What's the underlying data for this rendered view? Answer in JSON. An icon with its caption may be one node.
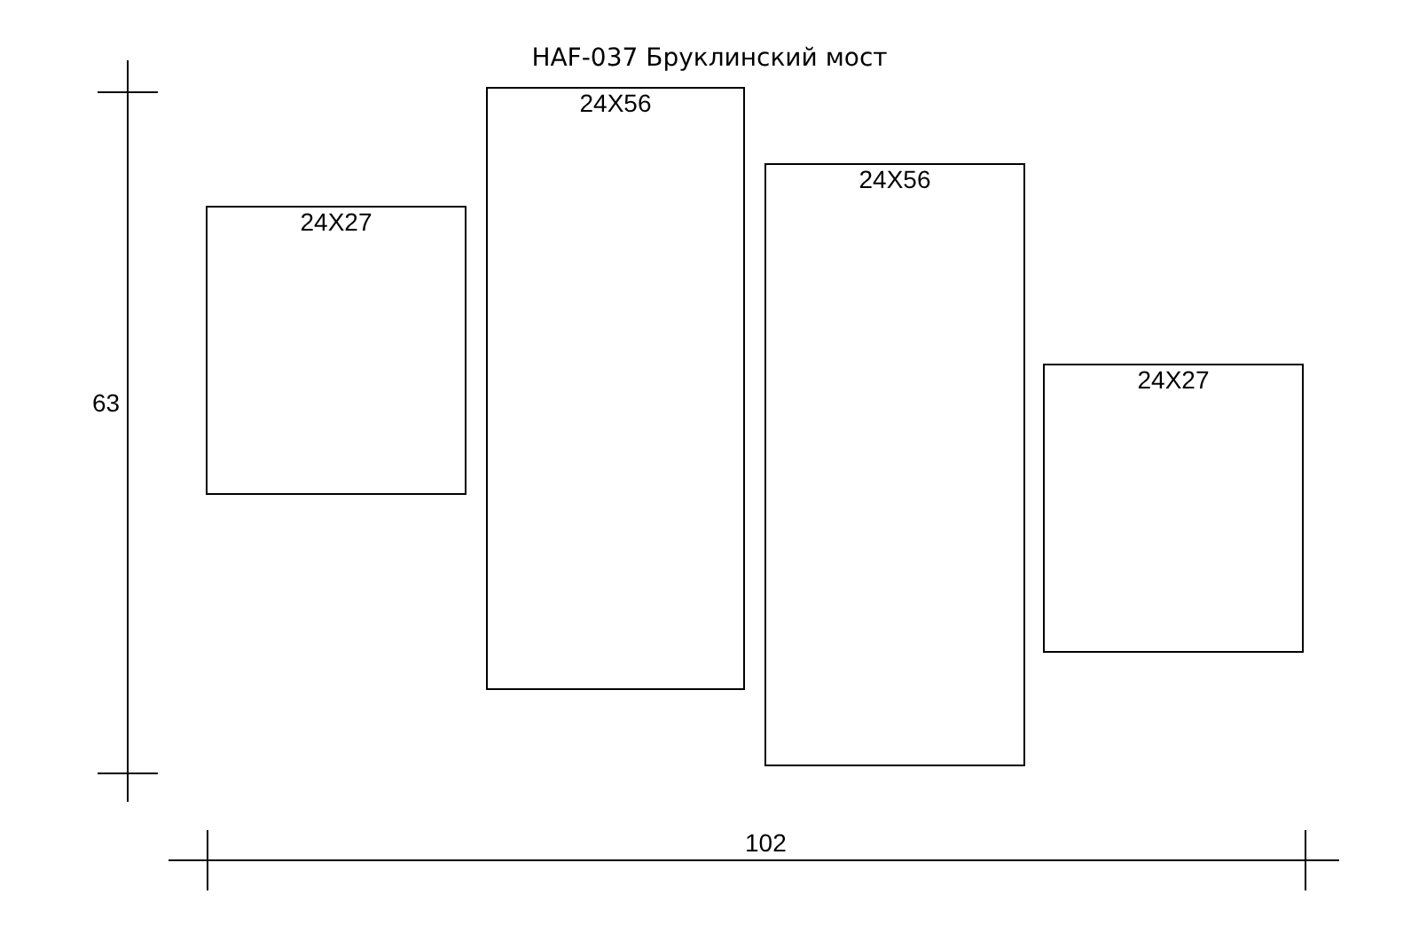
{
  "diagram": {
    "title": "HAF-037 Бруклинский мост",
    "nodes": [
      {
        "text": [
          "24X27"
        ]
      },
      {
        "text": [
          "24X56"
        ]
      },
      {
        "text": [
          "24X56"
        ]
      },
      {
        "text": [
          "24X27"
        ]
      }
    ],
    "labels": [
      "63",
      "102"
    ]
  }
}
